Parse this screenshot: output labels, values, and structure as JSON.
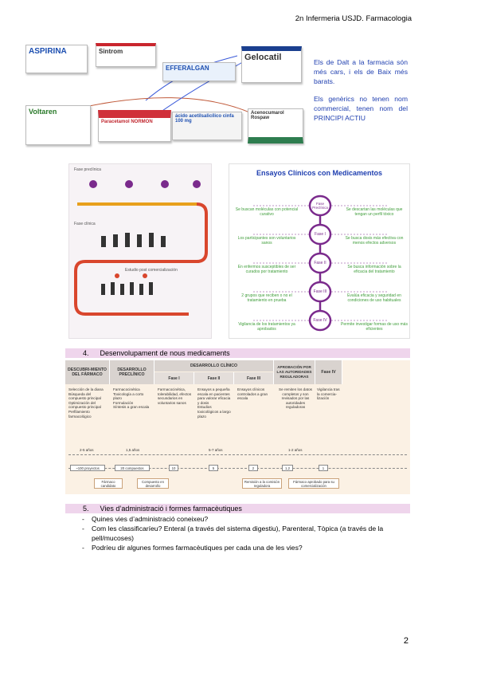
{
  "header": {
    "text": "2n Infermeria USJD. Farmacologia"
  },
  "medicines": {
    "boxes": [
      {
        "label": "ASPIRINA",
        "color": "#ffffff",
        "text_color": "#1d4fb1"
      },
      {
        "label": "Sintrom",
        "color": "#ffffff",
        "text_color": "#333333"
      },
      {
        "label": "EFFERALGAN",
        "color": "#e9f1fb",
        "text_color": "#1d4fb1"
      },
      {
        "label": "Gelocatil",
        "color": "#ffffff",
        "text_color": "#333333"
      },
      {
        "label": "Voltaren",
        "color": "#ffffff",
        "text_color": "#2a7a2a"
      },
      {
        "label": "Paracetamol NORMON",
        "color": "#ffffff",
        "text_color": "#c0262e"
      },
      {
        "label": "ácido acetilsalicílico cinfa 100 mg",
        "color": "#f4f4f4",
        "text_color": "#1d4fb1"
      },
      {
        "label": "Acenocumarol Rospaw",
        "color": "#ffffff",
        "text_color": "#333333"
      }
    ]
  },
  "side_note": {
    "p1": "Els de Dalt a la farmacia són més cars, i els de Baix més barats.",
    "p2": "Els genèrics no tenen nom commercial, tenen nom del PRINCIPI ACTIU"
  },
  "fases_infographic": {
    "labels": [
      "Fase preclínica",
      "Fase clínica",
      "Estudio post comercialización"
    ],
    "color_accent": "#d9462d"
  },
  "ensayos_infographic": {
    "title": "Ensayos Clínicos con Medicamentos",
    "phases": [
      "Fase Preclínica",
      "Fase I",
      "Fase II",
      "Fase III",
      "Fase IV"
    ],
    "left": [
      "Se buscan moléculas con potencial curativo",
      "Los participantes son voluntarios sanos",
      "En enfermos susceptibles de ser curados por tratamiento",
      "2 grupos que reciben o no el tratamiento en prueba",
      "Vigilancia de los tratamientos ya aprobados"
    ],
    "right": [
      "Se descartan las moléculas que tengan un perfil tóxico",
      "Se busca dosis más efectiva con menos efectos adversos",
      "Se busca información sobre la eficacia del tratamiento",
      "Evalúa eficacia y seguridad en condiciones de uso habituales",
      "Permite investigar formas de uso más eficientes"
    ],
    "colors": {
      "phase": "#7a2a8c",
      "text": "#3f9d3a",
      "title": "#1f3fb0"
    }
  },
  "section4": {
    "num": "4.",
    "title": "Desenvolupament de nous medicaments"
  },
  "dev_table": {
    "headers": {
      "discovery": "DESCUBRI-MIENTO DEL FÁRMACO",
      "preclinical": "DESARROLLO PRECLÍNICO",
      "clinical": "DESARROLLO CLÍNICO",
      "approval": "APROBACIÓN POR LAS AUTORIDADES REGULADORAS",
      "phase4": "Fase IV"
    },
    "phases": [
      "Fase I",
      "Fase II",
      "Fase III"
    ],
    "bodies": {
      "discovery": "Selección de la diana\nBúsqueda del compuesto principal\nOptimización del compuesto principal\nPerfilamiento farmacológico",
      "preclinical": "Farmacocinética\nToxicología a corto plazo\nFormulación\nSíntesis a gran escala",
      "fase1": "Farmacocinética, tolerabilidad, efectos secundarios en voluntarios sanos",
      "fase2": "Ensayos a pequeña escala en pacientes para valorar eficacia y dosis\nEstudios toxicológicos a largo plazo",
      "fase3": "Ensayos clínicos controlados a gran escala",
      "approval": "Se remiten los datos completos y son revisados por las autoridades reguladoras",
      "phase4": "Vigilancia tras la comercia-lización"
    },
    "times": [
      "2-5 años",
      "1,5 años",
      "5-7 años",
      "1-2 años"
    ],
    "counts": [
      "~100 proyectos",
      "20 compuestos",
      "10",
      "5",
      "2",
      "1,2",
      "1"
    ],
    "milestones": [
      "Fármaco candidato",
      "Compuesto en desarrollo",
      "Remisión a la comisión reguladora",
      "Fármaco aprobado para su comercialización"
    ]
  },
  "section5": {
    "num": "5.",
    "title": "Vies d’administració i formes farmacèutiques"
  },
  "questions": [
    "Quines vies d’administració coneixeu?",
    "Com les classificaríeu? Enteral (a través del sistema digestiu), Parenteral, Tòpica (a través de la pell/mucoses)",
    "Podríeu dir algunes formes farmacèutiques per cada una de les vies?"
  ],
  "page_number": "2"
}
